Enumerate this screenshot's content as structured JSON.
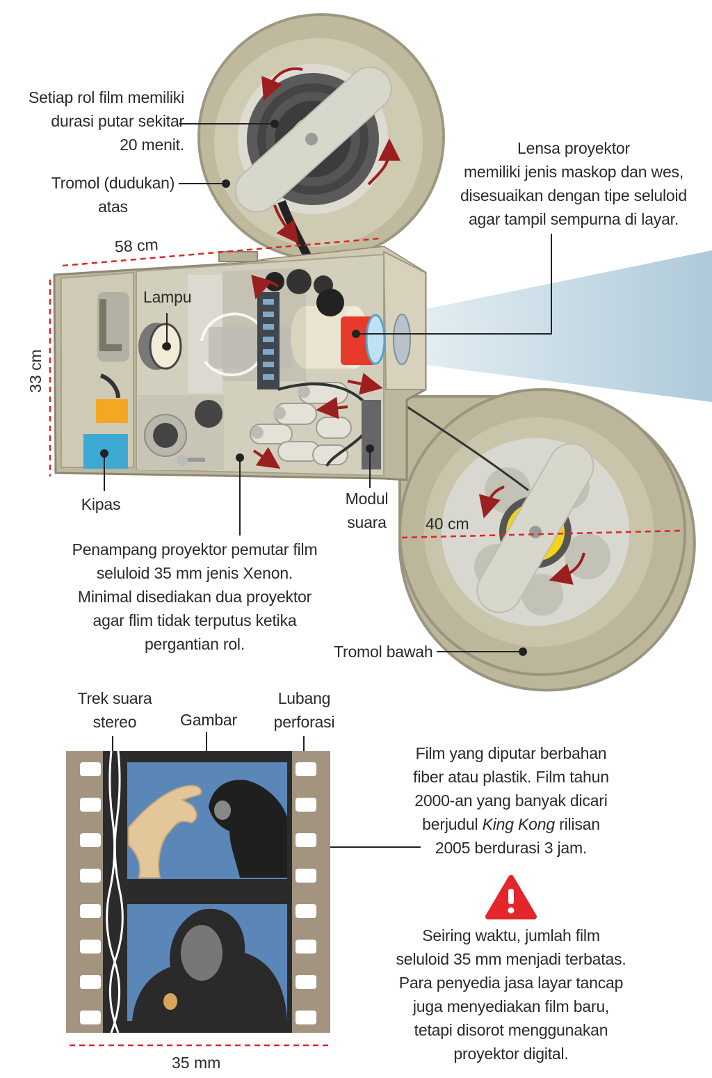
{
  "labels": {
    "reel_duration": [
      "Setiap rol film memiliki",
      "durasi putar sekitar",
      "20 menit."
    ],
    "upper_drum": [
      "Tromol (dudukan)",
      "atas"
    ],
    "lens": [
      "Lensa proyektor",
      "memiliki jenis maskop dan wes,",
      "disesuaikan dengan tipe seluloid",
      "agar tampil sempurna di layar."
    ],
    "lamp": "Lampu",
    "fan": "Kipas",
    "sound_module": [
      "Modul",
      "suara"
    ],
    "cross_section": [
      "Penampang proyektor pemutar film",
      "seluloid 35 mm jenis Xenon.",
      "Minimal disediakan dua proyektor",
      "agar flim tidak terputus ketika",
      "pergantian rol."
    ],
    "lower_drum": "Tromol bawah",
    "stereo_track": [
      "Trek suara",
      "stereo"
    ],
    "picture": "Gambar",
    "perforation": [
      "Lubang",
      "perforasi"
    ],
    "film_material": {
      "l1": "Film yang diputar berbahan",
      "l2": "fiber atau plastik. Film tahun",
      "l3": "2000-an yang banyak dicari",
      "l4a": "berjudul ",
      "l4b": "King Kong",
      "l4c": " rilisan",
      "l5": "2005 berdurasi 3 jam."
    },
    "warning": [
      "Seiring waktu, jumlah film",
      "seluloid 35 mm menjadi terbatas.",
      "Para penyedia jasa layar tancap",
      "juga menyediakan film baru,",
      "tetapi disorot menggunakan",
      "proyektor digital."
    ]
  },
  "dimensions": {
    "width": "58 cm",
    "height": "33 cm",
    "reel": "40 cm",
    "film": "35 mm"
  },
  "icons": {
    "warning": "warning-triangle-icon",
    "rotation": "rotation-arrow-icon"
  },
  "colors": {
    "body": "#d6d1bd",
    "body_dark": "#bfb89e",
    "reel_outer": "#bdb89c",
    "lens_red": "#e63a2b",
    "beam": "#c9dbe6",
    "arrow": "#9b1f1f",
    "dashed": "#d9262a",
    "film_strip": "#a39480",
    "frame_blue": "#5b86b8",
    "fan_blue": "#3fa9d6",
    "orange": "#f5a623",
    "warning_red": "#e2262b"
  }
}
